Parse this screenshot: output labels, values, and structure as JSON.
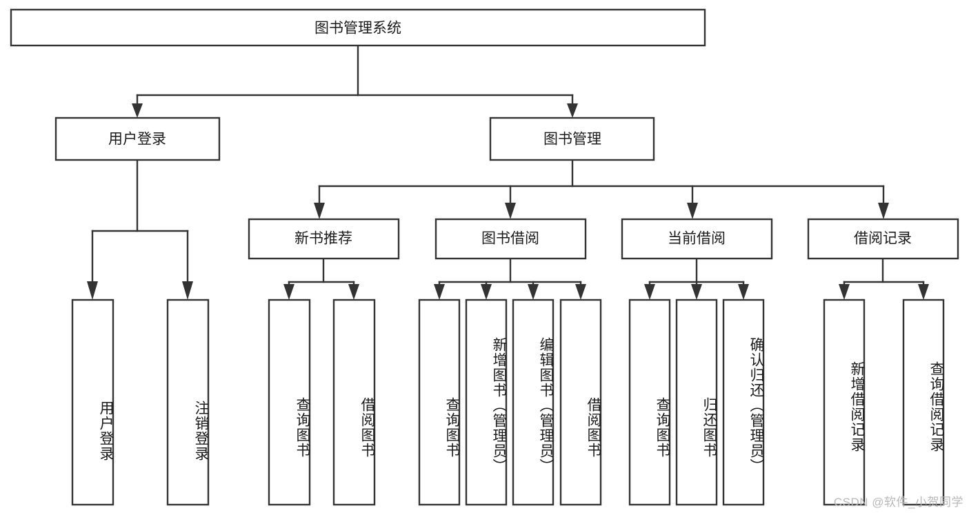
{
  "diagram": {
    "title": "图书管理系统",
    "type": "tree",
    "watermark": "CSDN @软件_小贺同学",
    "levels": {
      "root": {
        "label": "图书管理系统"
      },
      "level1": [
        {
          "id": "user-login",
          "label": "用户登录"
        },
        {
          "id": "book-manage",
          "label": "图书管理"
        }
      ],
      "level2": [
        {
          "id": "new-book-rec",
          "label": "新书推荐",
          "parent": "book-manage"
        },
        {
          "id": "book-borrow",
          "label": "图书借阅",
          "parent": "book-manage"
        },
        {
          "id": "current-borrow",
          "label": "当前借阅",
          "parent": "book-manage"
        },
        {
          "id": "borrow-record",
          "label": "借阅记录",
          "parent": "book-manage"
        }
      ],
      "leaves": [
        {
          "id": "leaf-user-login",
          "label": "用户登录",
          "parent": "user-login"
        },
        {
          "id": "leaf-logout",
          "label": "注销登录",
          "parent": "user-login"
        },
        {
          "id": "leaf-query-book-1",
          "label": "查询图书",
          "parent": "new-book-rec"
        },
        {
          "id": "leaf-borrow-book-1",
          "label": "借阅图书",
          "parent": "new-book-rec"
        },
        {
          "id": "leaf-query-book-2",
          "label": "查询图书",
          "parent": "book-borrow"
        },
        {
          "id": "leaf-add-book",
          "label": "新增图书（管理员）",
          "parent": "book-borrow"
        },
        {
          "id": "leaf-edit-book",
          "label": "编辑图书（管理员）",
          "parent": "book-borrow"
        },
        {
          "id": "leaf-borrow-book-2",
          "label": "借阅图书",
          "parent": "book-borrow"
        },
        {
          "id": "leaf-query-book-3",
          "label": "查询图书",
          "parent": "current-borrow"
        },
        {
          "id": "leaf-return-book",
          "label": "归还图书",
          "parent": "current-borrow"
        },
        {
          "id": "leaf-confirm-return",
          "label": "确认归还（管理员）",
          "parent": "current-borrow"
        },
        {
          "id": "leaf-add-record",
          "label": "新增借阅记录",
          "parent": "borrow-record"
        },
        {
          "id": "leaf-query-record",
          "label": "查询借阅记录",
          "parent": "borrow-record"
        }
      ]
    },
    "colors": {
      "stroke": "#333333",
      "fill": "#ffffff",
      "text": "#1a1a1a",
      "watermark": "#b8b8b8"
    }
  }
}
